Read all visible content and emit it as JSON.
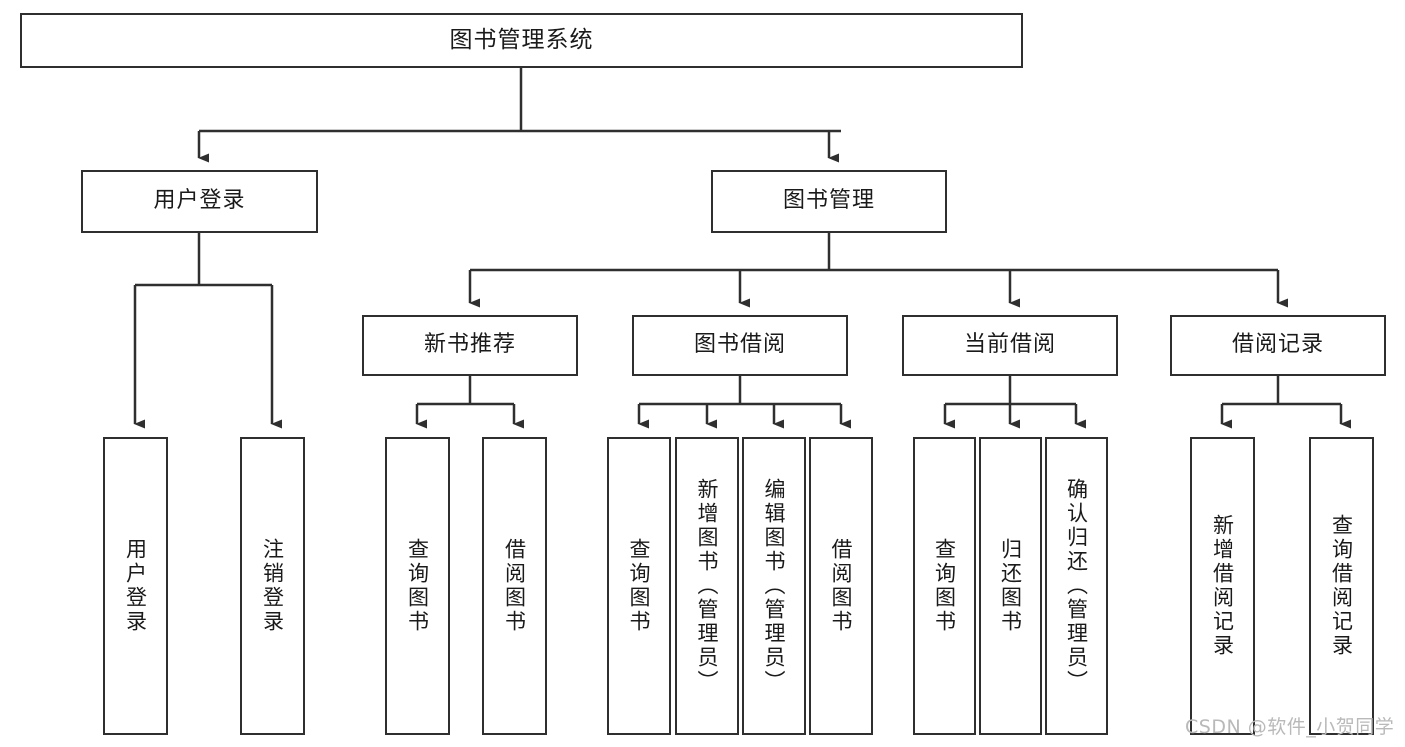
{
  "diagram": {
    "type": "tree-hierarchy",
    "title": "图书管理系统",
    "watermark": "CSDN @软件_小贺同学",
    "colors": {
      "border": "#2f2f2f",
      "background": "#ffffff",
      "text": "#1a1a1a",
      "watermark": "#b9b9b9"
    },
    "root": {
      "label": "图书管理系统",
      "orientation": "horizontal"
    },
    "level1": [
      {
        "label": "用户登录",
        "orientation": "horizontal"
      },
      {
        "label": "图书管理",
        "orientation": "horizontal"
      }
    ],
    "level2": [
      {
        "label": "新书推荐",
        "orientation": "horizontal",
        "parent": "图书管理"
      },
      {
        "label": "图书借阅",
        "orientation": "horizontal",
        "parent": "图书管理"
      },
      {
        "label": "当前借阅",
        "orientation": "horizontal",
        "parent": "图书管理"
      },
      {
        "label": "借阅记录",
        "orientation": "horizontal",
        "parent": "图书管理"
      }
    ],
    "leaves": {
      "user_login": [
        {
          "label": "用户登录",
          "orientation": "vertical"
        },
        {
          "label": "注销登录",
          "orientation": "vertical"
        }
      ],
      "new_book_recommend": [
        {
          "label": "查询图书",
          "orientation": "vertical"
        },
        {
          "label": "借阅图书",
          "orientation": "vertical"
        }
      ],
      "book_borrow": [
        {
          "label": "查询图书",
          "orientation": "vertical"
        },
        {
          "label": "新增图书（管理员）",
          "orientation": "vertical"
        },
        {
          "label": "编辑图书（管理员）",
          "orientation": "vertical"
        },
        {
          "label": "借阅图书",
          "orientation": "vertical"
        }
      ],
      "current_borrow": [
        {
          "label": "查询图书",
          "orientation": "vertical"
        },
        {
          "label": "归还图书",
          "orientation": "vertical"
        },
        {
          "label": "确认归还（管理员）",
          "orientation": "vertical"
        }
      ],
      "borrow_record": [
        {
          "label": "新增借阅记录",
          "orientation": "vertical"
        },
        {
          "label": "查询借阅记录",
          "orientation": "vertical"
        }
      ]
    }
  }
}
